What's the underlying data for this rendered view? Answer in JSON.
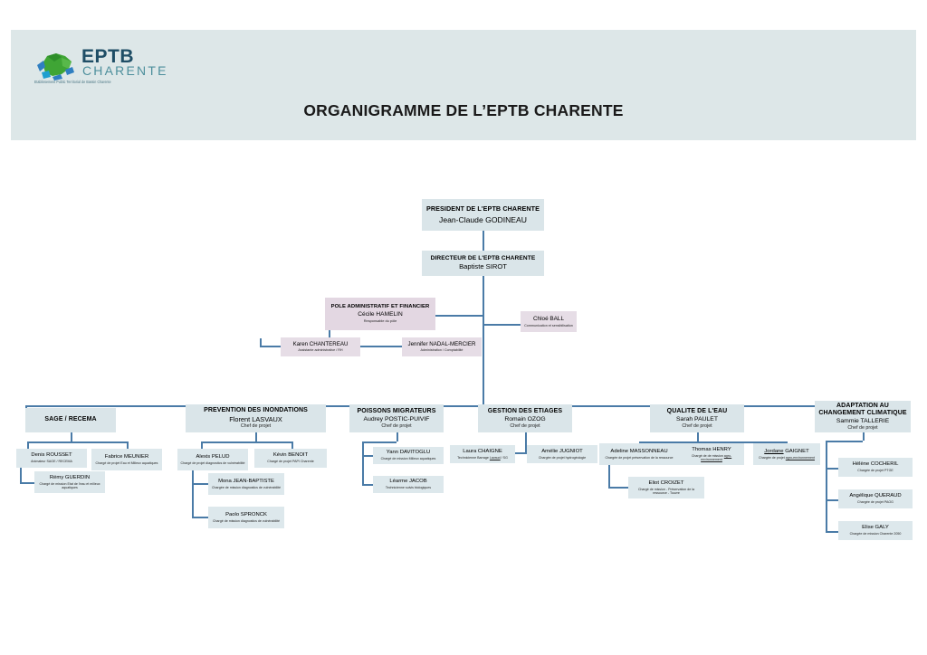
{
  "header": {
    "logo_primary": "EPTB",
    "logo_secondary": "CHARENTE",
    "logo_tagline": "Etablissement Public Territorial de Bassin Charente",
    "title": "ORGANIGRAMME DE L’EPTB CHARENTE"
  },
  "chart_data": {
    "type": "org-chart",
    "title": "ORGANIGRAMME DE L’EPTB CHARENTE"
  },
  "nodes": {
    "president": {
      "role": "PRESIDENT DE L'EPTB CHARENTE",
      "name": "Jean-Claude GODINEAU"
    },
    "directeur": {
      "role": "DIRECTEUR DE L'EPTB CHARENTE",
      "name": "Baptiste SIROT"
    },
    "pole_admin": {
      "role": "POLE ADMINISTRATIF ET FINANCIER",
      "name": "Cécile HAMELIN",
      "sub": "Responsable du pôle"
    },
    "chantereau": {
      "name": "Karen CHANTEREAU",
      "sub": "Assistante administrative / RH"
    },
    "nadal": {
      "name": "Jennifer NADAL-MERCIER",
      "sub": "Administration / Comptabilité"
    },
    "ball": {
      "name": "Chloé BALL",
      "sub": "Communication et sensibilisation"
    },
    "sage": {
      "role": "SAGE / RECEMA"
    },
    "rousset": {
      "name": "Denis ROUSSET",
      "sub": "Animateur SAGE / RECEMA"
    },
    "meunier": {
      "name": "Fabrice MEUNIER",
      "sub": "Chargé de projet Eau et Milieux aquatiques"
    },
    "guerdin": {
      "name": "Rémy GUERDIN",
      "sub": "Chargé de mission Etat de l'eau et milieux aquatiques"
    },
    "prevention": {
      "role": "PREVENTION DES INONDATIONS",
      "name": "Florent LASVAUX",
      "sub": "Chef de projet"
    },
    "pelud": {
      "name": "Alexis PELUD",
      "sub": "Chargé de projet diagnostics de vulnérabilité"
    },
    "benoit": {
      "name": "Kévin BENOIT",
      "sub": "Chargé de projet PAPI Charente"
    },
    "jeanbaptiste": {
      "name": "Mona JEAN-BAPTISTE",
      "sub": "Chargée de mission diagnostics de vulnérabilité"
    },
    "spronck": {
      "name": "Paolo SPRONCK",
      "sub": "Chargé de mission diagnostics de vulnérabilité"
    },
    "poissons": {
      "role": "POISSONS MIGRATEURS",
      "name": "Audrey POSTIC-PUIVIF",
      "sub": "Chef de projet"
    },
    "davitoglu": {
      "name": "Yann DAVITOGLU",
      "sub": "Chargé de mission Milieux aquatiques"
    },
    "jacob": {
      "name": "Léarme JACOB",
      "sub": "Technicienne suivis biologiques"
    },
    "etiages": {
      "role": "GESTION DES ETIAGES",
      "name": "Romain OZOG",
      "sub": "Chef de projet"
    },
    "chaigne": {
      "name": "Laura CHAIGNE",
      "sub_a": "Technicienne Barrage ",
      "sub_link": "Lavaud",
      "sub_b": " / SG"
    },
    "jugniot": {
      "name": "Amélie JUGNIOT",
      "sub": "Chargée de projet hydrogéologie"
    },
    "qualite": {
      "role": "QUALITE DE L'EAU",
      "name": "Sarah PAULET",
      "sub": "Chef de projet"
    },
    "massonneau": {
      "name": "Adeline MASSONNEAU",
      "sub": "Chargée de projet préservation de la ressource"
    },
    "croizet": {
      "name": "Eliot CROIZET",
      "sub": "Chargé de mission - Préservation de la ressource - Touvre"
    },
    "henry": {
      "name": "Thomas HENRY",
      "sub_a": "Chargé de de mission ",
      "sub_link": "agro-environnement"
    },
    "gaignet": {
      "name_link": "Jordane",
      "name_b": " GAIGNET",
      "sub_a": "Chargée de projet ",
      "sub_link": "agro-environnement"
    },
    "adaptation": {
      "role": "ADAPTATION AU CHANGEMENT CLIMATIQUE",
      "name": "Sammie TALLERIE",
      "sub": "Chef de projet"
    },
    "cocheril": {
      "name": "Hélène COCHERIL",
      "sub": "Chargée de projet PTGE"
    },
    "queraud": {
      "name": "Angélique QUERAUD",
      "sub": "Chargée de projet PAOG"
    },
    "galy": {
      "name": "Elise GALY",
      "sub": "Chargée de mission Charente 2050"
    }
  },
  "colors": {
    "banner": "#dde7e8",
    "box_blue": "#dae5e9",
    "box_purple": "#e3d7e2",
    "connector": "#4a7ba7",
    "logo_dark": "#1f4e66",
    "logo_light": "#4d8f9c"
  }
}
